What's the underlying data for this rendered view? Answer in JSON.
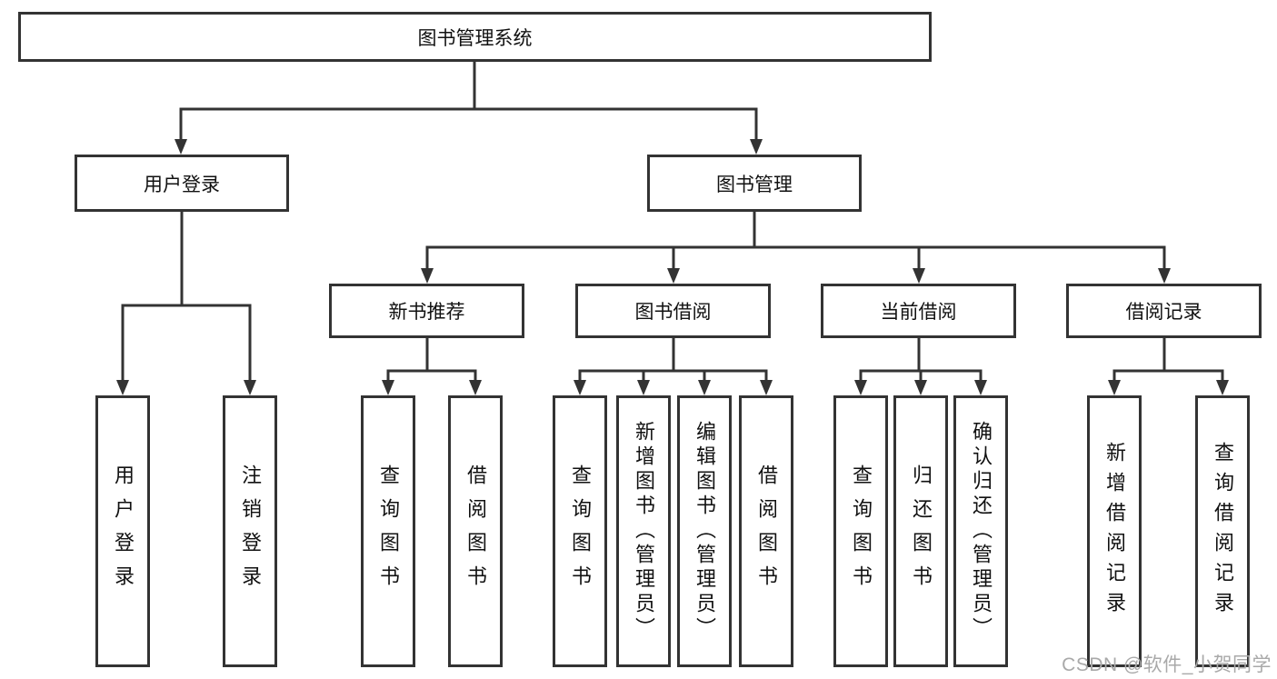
{
  "tree": {
    "root": {
      "label": "图书管理系统"
    },
    "branches": [
      {
        "label": "用户登录",
        "children": [
          {
            "label": "用户登录"
          },
          {
            "label": "注销登录"
          }
        ]
      },
      {
        "label": "图书管理",
        "children": [
          {
            "label": "新书推荐",
            "children": [
              {
                "label": "查询图书"
              },
              {
                "label": "借阅图书"
              }
            ]
          },
          {
            "label": "图书借阅",
            "children": [
              {
                "label": "查询图书"
              },
              {
                "label": "新增图书（管理员）"
              },
              {
                "label": "编辑图书（管理员）"
              },
              {
                "label": "借阅图书"
              }
            ]
          },
          {
            "label": "当前借阅",
            "children": [
              {
                "label": "查询图书"
              },
              {
                "label": "归还图书"
              },
              {
                "label": "确认归还（管理员）"
              }
            ]
          },
          {
            "label": "借阅记录",
            "children": [
              {
                "label": "新增借阅记录"
              },
              {
                "label": "查询借阅记录"
              }
            ]
          }
        ]
      }
    ]
  },
  "watermark": {
    "text": "CSDN @软件_小贺同学"
  },
  "colors": {
    "line": "#333333",
    "box_border": "#333333",
    "text": "#111111",
    "watermark": "#a9a9a9",
    "background": "#ffffff"
  }
}
